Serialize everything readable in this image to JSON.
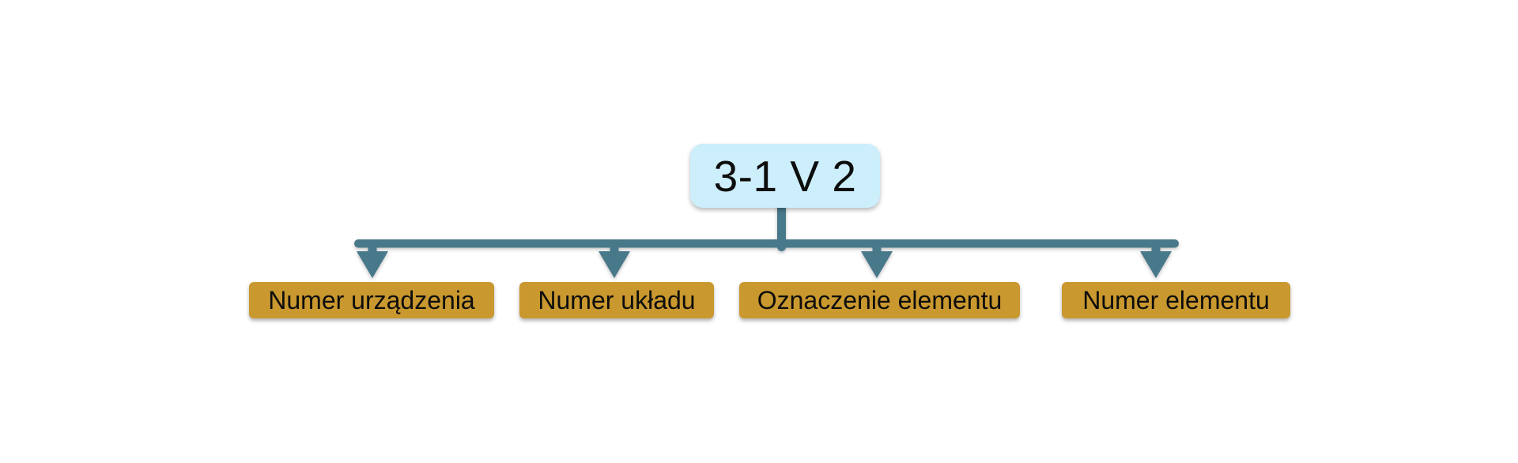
{
  "diagram": {
    "root": {
      "label": "3-1 V 2"
    },
    "branches": [
      {
        "label": "Numer urządzenia"
      },
      {
        "label": "Numer układu"
      },
      {
        "label": "Oznaczenie elementu"
      },
      {
        "label": "Numer elementu"
      }
    ]
  },
  "colors": {
    "background": "#ffffff",
    "root_fill": "#cdeefb",
    "branch_fill": "#c9982e",
    "connector": "#48798b",
    "text": "#0d0d0d"
  }
}
